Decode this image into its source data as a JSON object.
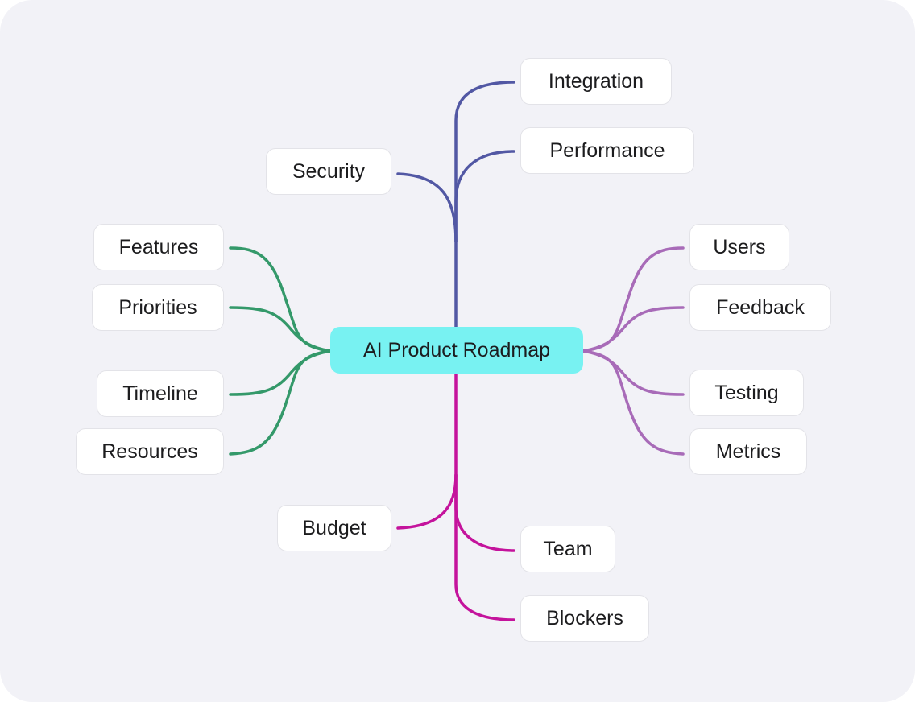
{
  "root": {
    "label": "AI Product Roadmap",
    "color": "#78f2f2"
  },
  "branches": [
    {
      "id": "up",
      "color": "#5258a4",
      "nodes": [
        "Integration",
        "Performance",
        "Security"
      ]
    },
    {
      "id": "left",
      "color": "#34996a",
      "nodes": [
        "Features",
        "Priorities",
        "Timeline",
        "Resources"
      ]
    },
    {
      "id": "right",
      "color": "#a86bb8",
      "nodes": [
        "Users",
        "Feedback",
        "Testing",
        "Metrics"
      ]
    },
    {
      "id": "down",
      "color": "#c4139c",
      "nodes": [
        "Budget",
        "Team",
        "Blockers"
      ]
    }
  ]
}
